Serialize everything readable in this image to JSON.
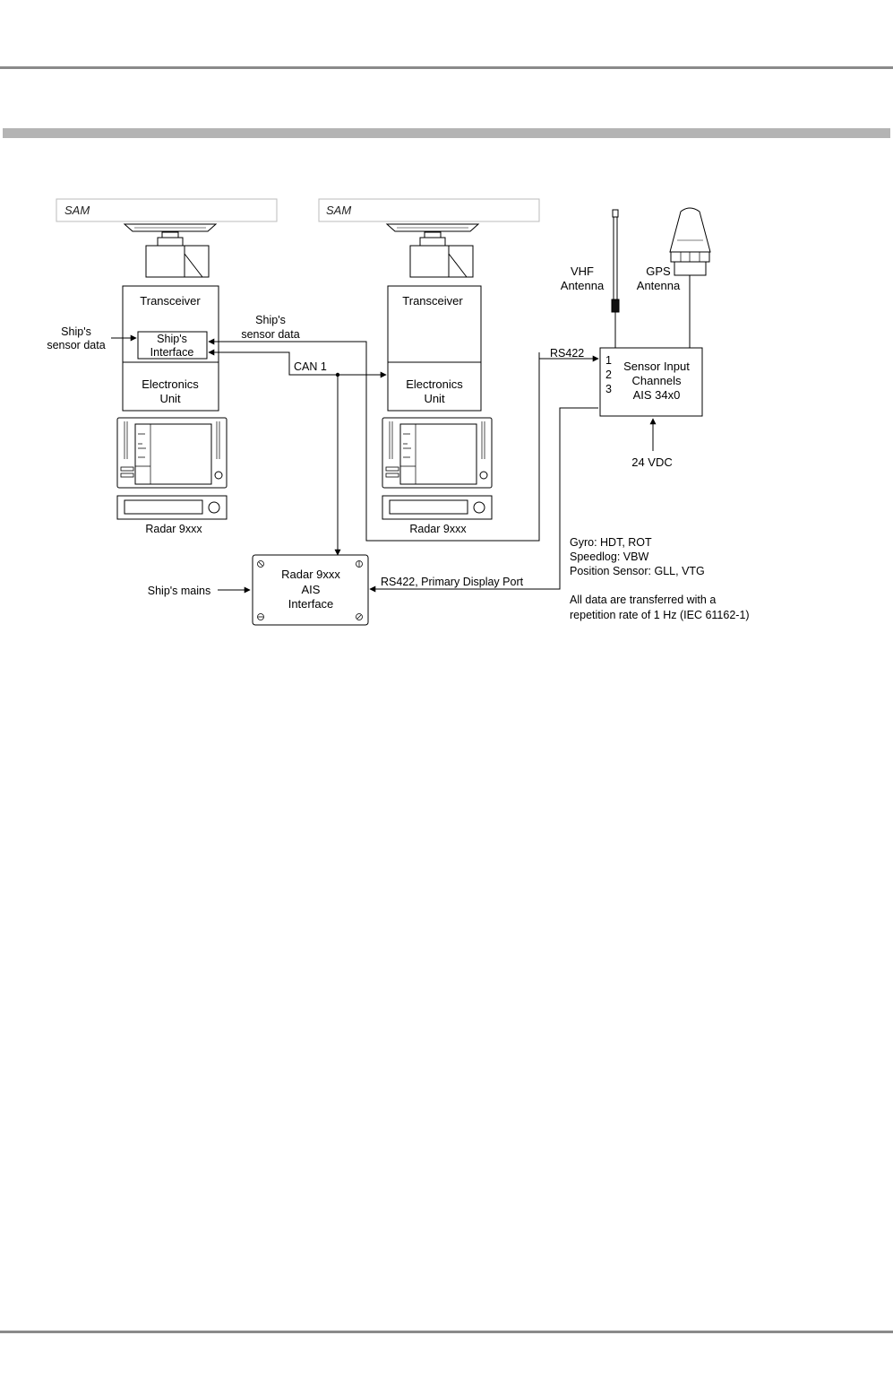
{
  "diagram": {
    "sam_labels": [
      "SAM",
      "SAM"
    ],
    "radar_left": {
      "transceiver": "Transceiver",
      "interface_line1": "Ship's",
      "interface_line2": "Interface",
      "electronics_line1": "Electronics",
      "electronics_line2": "Unit",
      "name": "Radar 9xxx"
    },
    "radar_right": {
      "transceiver": "Transceiver",
      "electronics_line1": "Electronics",
      "electronics_line2": "Unit",
      "name": "Radar 9xxx"
    },
    "ext_sensor_line1": "Ship's",
    "ext_sensor_line2": "sensor data",
    "mid_sensor_line1": "Ship's",
    "mid_sensor_line2": "sensor data",
    "can_label": "CAN 1",
    "rs422_label": "RS422",
    "vhf_line1": "VHF",
    "vhf_line2": "Antenna",
    "gps_line1": "GPS",
    "gps_line2": "Antenna",
    "sensor_box": {
      "channels": [
        "1",
        "2",
        "3"
      ],
      "line1": "Sensor Input",
      "line2": "Channels",
      "line3": "AIS 34x0"
    },
    "power_label": "24 VDC",
    "ais_interface": {
      "line1": "Radar 9xxx",
      "line2": "AIS",
      "line3": "Interface"
    },
    "mains_label": "Ship's mains",
    "primary_port_label": "RS422, Primary Display Port",
    "notes": [
      "Gyro: HDT, ROT",
      "Speedlog: VBW",
      "Position Sensor: GLL, VTG",
      "All data are transferred with a",
      "repetition rate of 1 Hz (IEC 61162-1)"
    ]
  }
}
